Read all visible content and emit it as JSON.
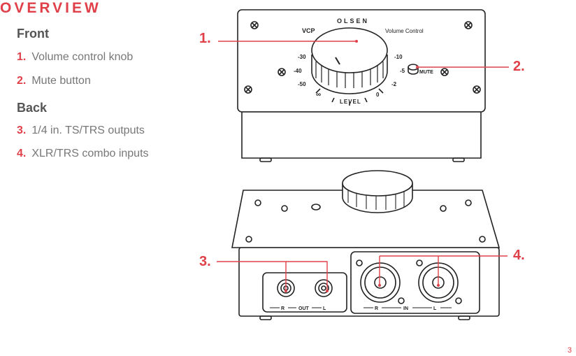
{
  "heading": "OVERVIEW",
  "sections": [
    {
      "label": "Front",
      "items": [
        {
          "num": "1.",
          "text": "Volume control knob"
        },
        {
          "num": "2.",
          "text": "Mute button"
        }
      ]
    },
    {
      "label": "Back",
      "items": [
        {
          "num": "3.",
          "text": "1/4 in. TS/TRS outputs"
        },
        {
          "num": "4.",
          "text": "XLR/TRS combo inputs"
        }
      ]
    }
  ],
  "device": {
    "brand": "OLSEN",
    "model": "VCP",
    "product": "Volume Control",
    "scale": [
      "-30",
      "-40",
      "-50",
      "∞",
      "-10",
      "-5",
      "-2",
      "0"
    ],
    "level": "LEVEL",
    "mute": "MUTE",
    "out": "OUT",
    "in": "IN",
    "r": "R",
    "l": "L"
  },
  "callouts": [
    "1.",
    "2.",
    "3.",
    "4."
  ],
  "page_number": "3",
  "colors": {
    "accent": "#e0404a",
    "line": "#222222"
  }
}
